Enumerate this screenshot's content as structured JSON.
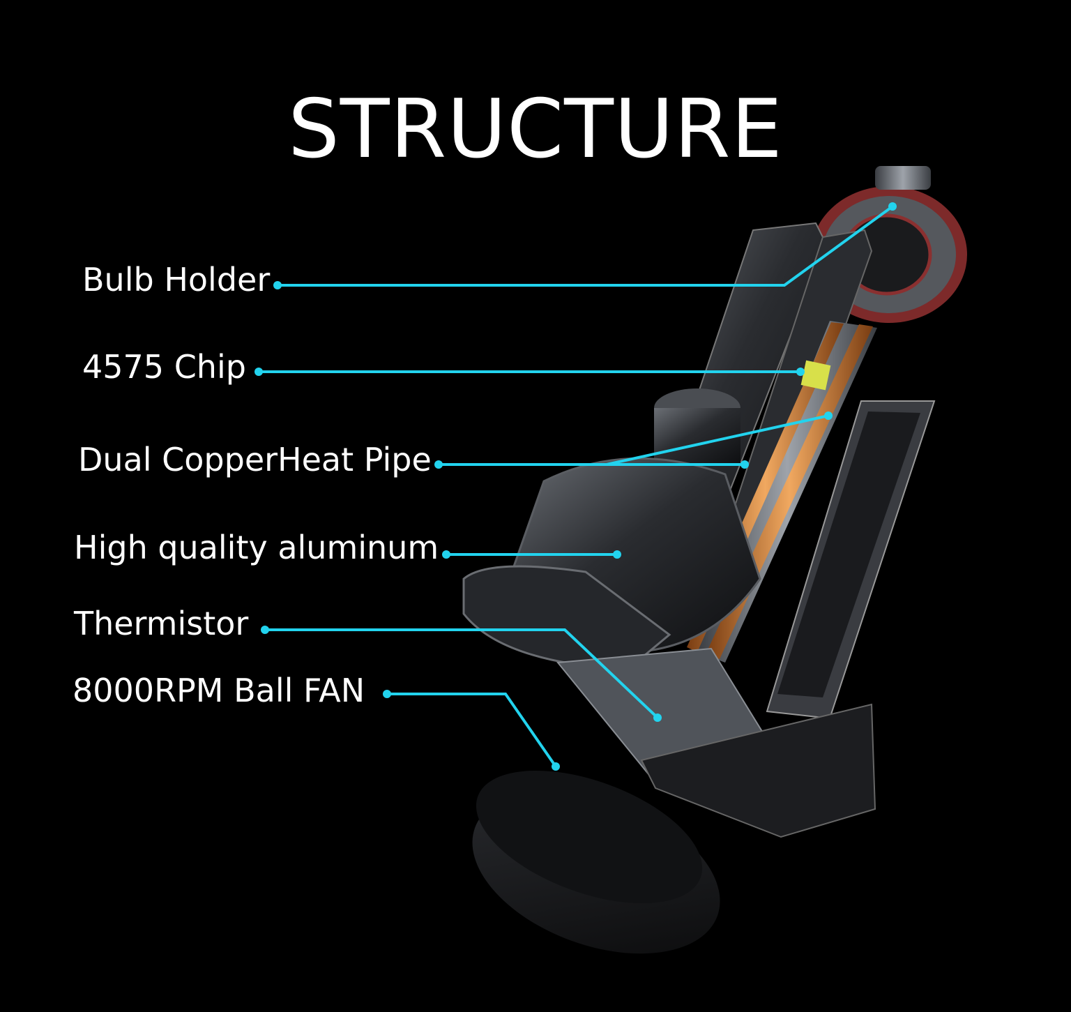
{
  "title": "STRUCTURE",
  "accent_color": "#22d3ee",
  "callouts": [
    {
      "label": "Bulb Holder"
    },
    {
      "label": "4575 Chip"
    },
    {
      "label": "Dual CopperHeat Pipe"
    },
    {
      "label": "High quality aluminum"
    },
    {
      "label": "Thermistor"
    },
    {
      "label": "8000RPM Ball FAN"
    }
  ]
}
